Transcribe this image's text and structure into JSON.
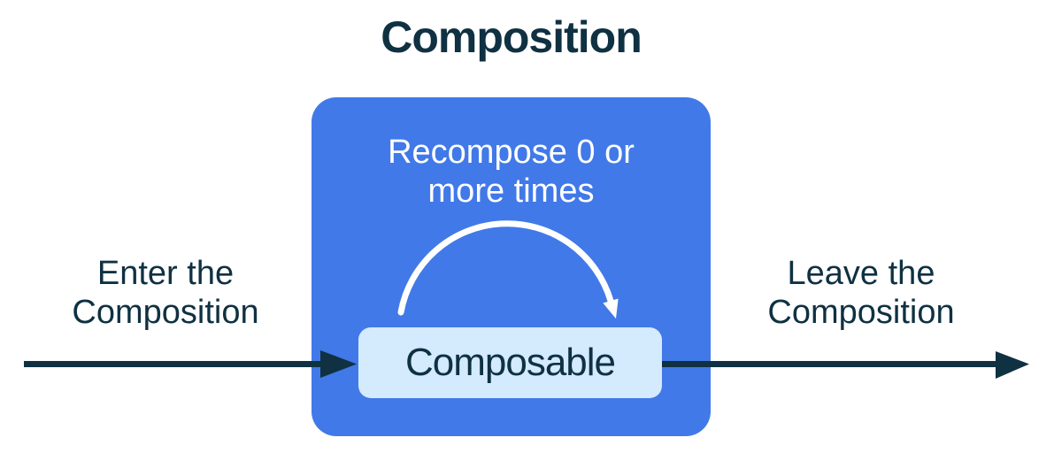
{
  "diagram": {
    "title": "Composition",
    "recompose_label": "Recompose 0 or\nmore times",
    "composable_label": "Composable",
    "enter_label": "Enter the\nComposition",
    "leave_label": "Leave the\nComposition"
  },
  "colors": {
    "accent_blue": "#4179e8",
    "light_blue": "#d4eafd",
    "dark_navy": "#0f3142",
    "white": "#ffffff",
    "bg": "#ffffff"
  }
}
